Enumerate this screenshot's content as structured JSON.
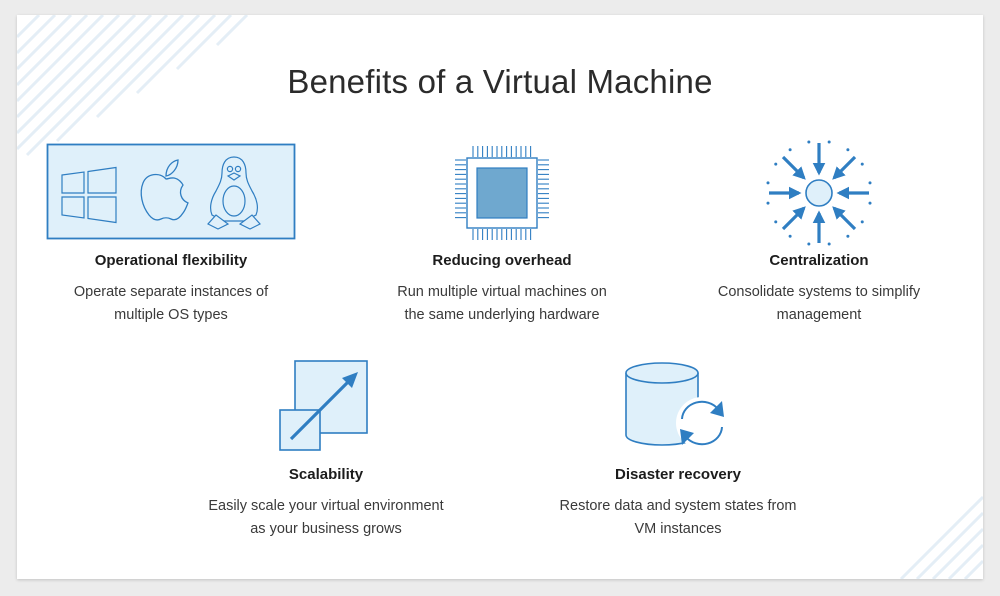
{
  "title": "Benefits of a Virtual Machine",
  "colors": {
    "accent": "#2f7ec2",
    "light_fill": "#dff0fa",
    "chip_fill": "#6fa8cf",
    "stripes": "#e4eef6"
  },
  "benefits": [
    {
      "icon": "os-types-icon",
      "heading": "Operational flexibility",
      "desc_line1": "Operate separate instances of",
      "desc_line2": "multiple OS types"
    },
    {
      "icon": "cpu-chip-icon",
      "heading": "Reducing overhead",
      "desc_line1": "Run multiple virtual machines on",
      "desc_line2": "the same underlying hardware"
    },
    {
      "icon": "centralization-arrows-icon",
      "heading": "Centralization",
      "desc_line1": "Consolidate systems to simplify",
      "desc_line2": "management"
    },
    {
      "icon": "scale-up-icon",
      "heading": "Scalability",
      "desc_line1": "Easily scale your virtual environment",
      "desc_line2": "as your business grows"
    },
    {
      "icon": "database-sync-icon",
      "heading": "Disaster recovery",
      "desc_line1": "Restore data and system states from",
      "desc_line2": "VM instances"
    }
  ]
}
